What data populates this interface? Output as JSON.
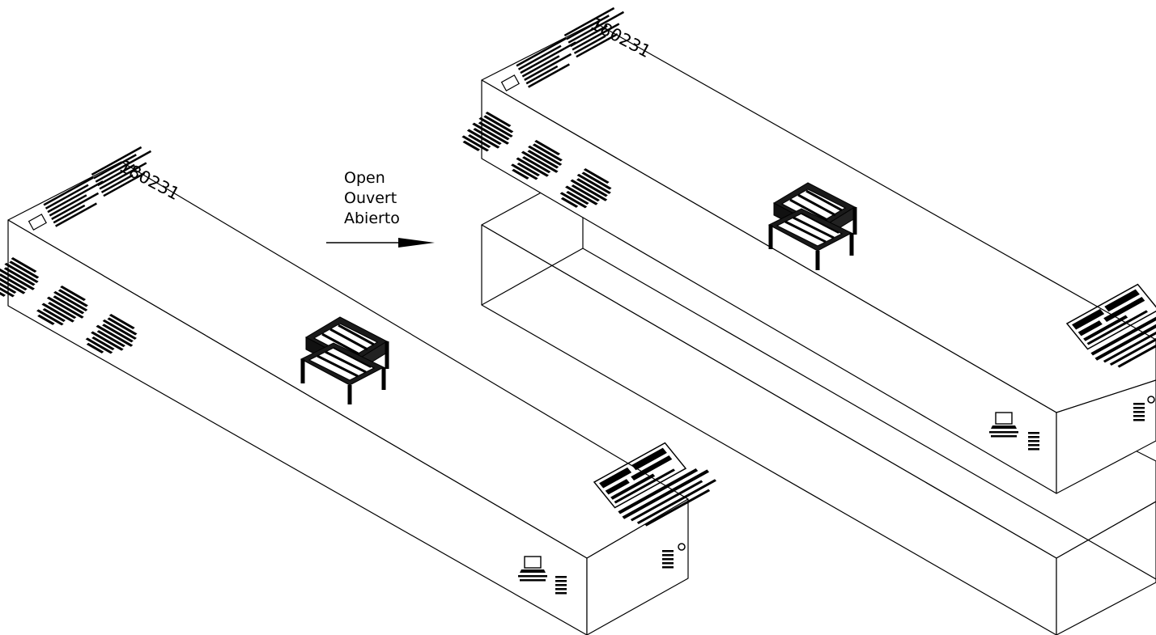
{
  "step": {
    "lines": [
      "Open",
      "Ouvert",
      "Abierto"
    ]
  },
  "closed_box": {
    "number": "180231"
  },
  "open_box": {
    "number": "180231"
  },
  "colors": {
    "ink": "#000000",
    "background": "#ffffff"
  },
  "icons": [
    "arrow-right-icon",
    "chair-icon",
    "laptop-icon"
  ]
}
